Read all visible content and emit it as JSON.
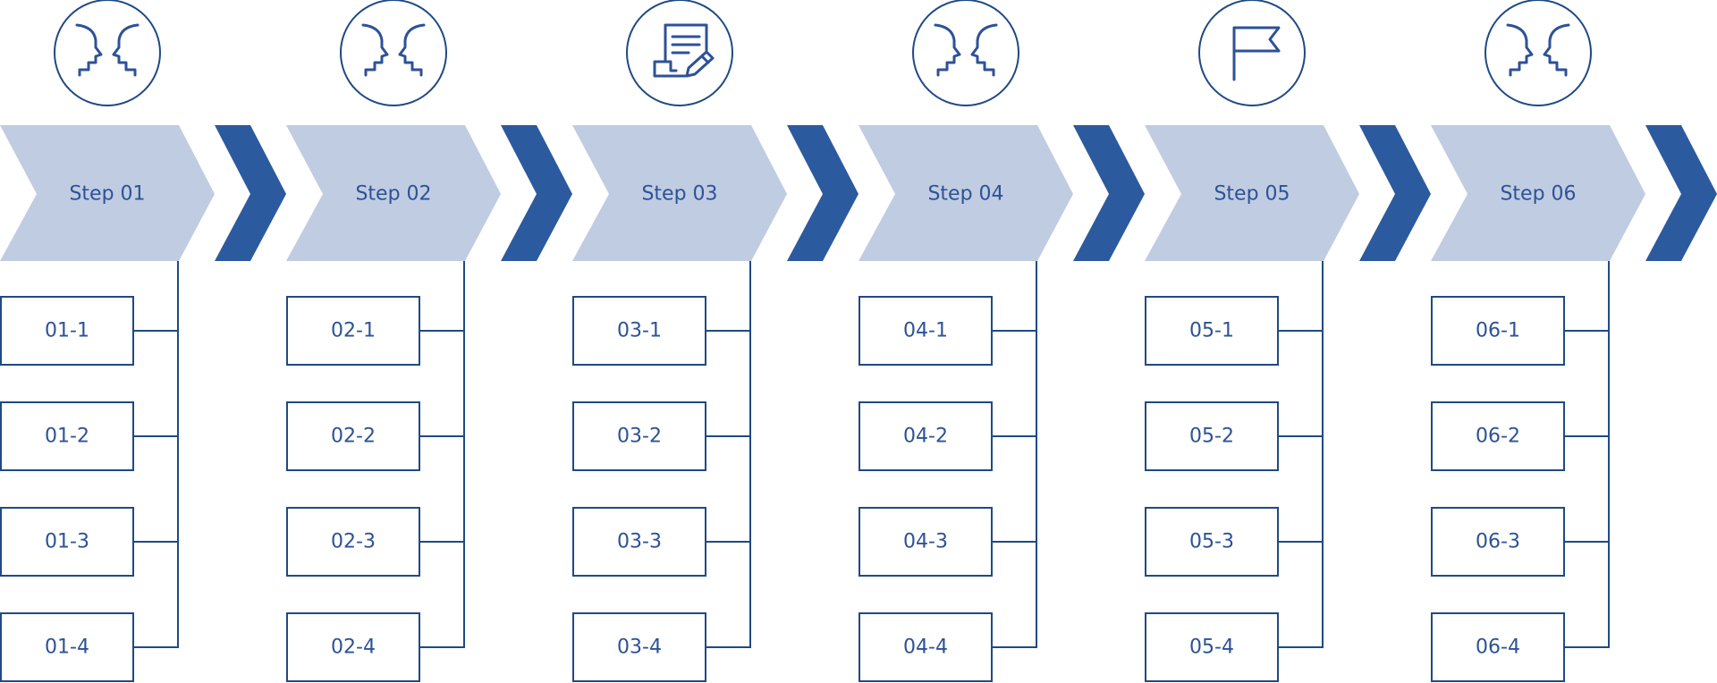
{
  "colors": {
    "stroke": "#1f4a84",
    "chevron_light": "#c0cce1",
    "chevron_dark": "#2c5a9e",
    "text": "#2d5296",
    "icon": "#2d5296"
  },
  "steps": [
    {
      "label": "Step 01",
      "icon": "two-faces-icon",
      "items": [
        "01-1",
        "01-2",
        "01-3",
        "01-4"
      ]
    },
    {
      "label": "Step 02",
      "icon": "two-faces-icon",
      "items": [
        "02-1",
        "02-2",
        "02-3",
        "02-4"
      ]
    },
    {
      "label": "Step 03",
      "icon": "document-edit-icon",
      "items": [
        "03-1",
        "03-2",
        "03-3",
        "03-4"
      ]
    },
    {
      "label": "Step 04",
      "icon": "two-faces-icon",
      "items": [
        "04-1",
        "04-2",
        "04-3",
        "04-4"
      ]
    },
    {
      "label": "Step 05",
      "icon": "flag-icon",
      "items": [
        "05-1",
        "05-2",
        "05-3",
        "05-4"
      ]
    },
    {
      "label": "Step 06",
      "icon": "two-faces-icon",
      "items": [
        "06-1",
        "06-2",
        "06-3",
        "06-4"
      ]
    }
  ]
}
